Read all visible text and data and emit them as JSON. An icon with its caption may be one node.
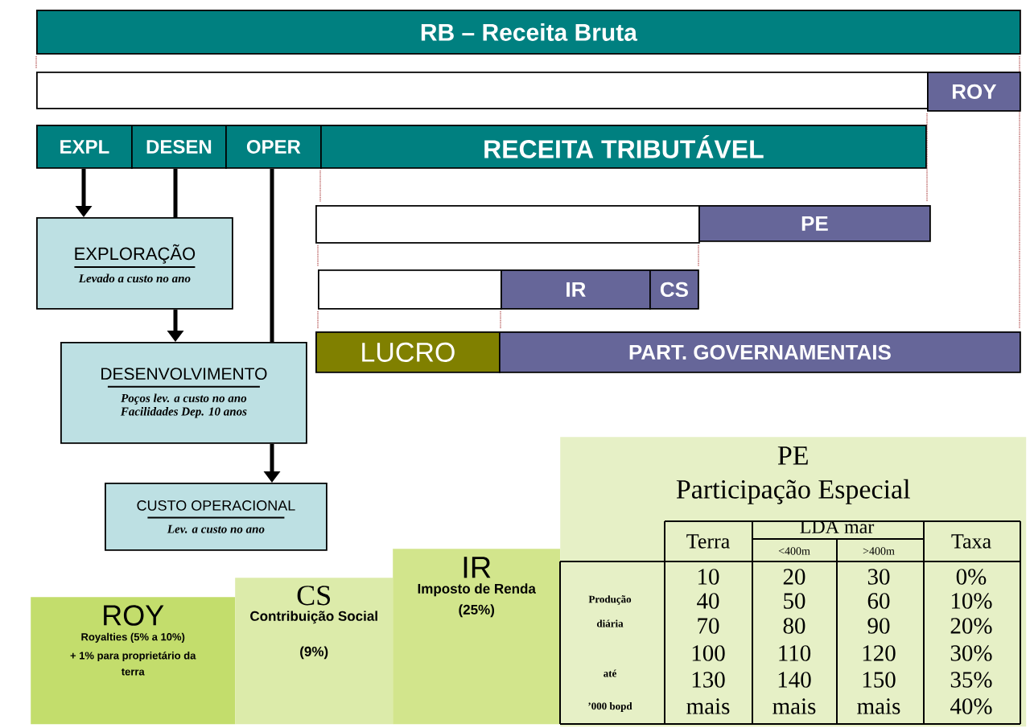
{
  "diagram": {
    "nodes": [
      {
        "text": [
          "RB – Receita Bruta"
        ]
      },
      {
        "text": [],
        "shape": "box"
      },
      {
        "text": [
          "ROY"
        ]
      },
      {
        "text": [
          "EXPL"
        ]
      },
      {
        "text": [
          "DESEN"
        ]
      },
      {
        "text": [
          "OPER"
        ]
      },
      {
        "text": [
          "RECEITA TRIBUTÁVEL"
        ]
      },
      {
        "text": [],
        "shape": "box"
      },
      {
        "text": [
          "PE"
        ]
      },
      {
        "text": [],
        "shape": "box"
      },
      {
        "text": [
          "IR"
        ]
      },
      {
        "text": [
          "CS"
        ]
      },
      {
        "text": [
          "LUCRO"
        ]
      },
      {
        "text": [
          "PART. GOVERNAMENTAIS"
        ]
      },
      {
        "text": [
          "EXPLORAÇÃO",
          "Levado a custo no ano"
        ]
      },
      {
        "text": [
          "DESENVOLVIMENTO",
          "Poços lev. a custo no ano",
          "Facilidades Dep. 10 anos"
        ]
      },
      {
        "text": [
          "CUSTO OPERACIONAL",
          "Lev. a custo no ano"
        ]
      },
      {
        "text": [
          "ROY",
          "Royalties (5% a 10%)",
          "+ 1% para proprietário da terra"
        ]
      },
      {
        "text": [
          "CS",
          "Contribuição Social (9%)"
        ]
      },
      {
        "text": [
          "IR",
          "Imposto de Renda (25%)"
        ]
      },
      {
        "text": [
          "PE",
          "Participação Especial"
        ]
      }
    ],
    "edges": [
      {
        "from": 3,
        "to": 14,
        "arrow": "to"
      },
      {
        "from": 4,
        "to": 14,
        "arrow": "none"
      },
      {
        "from": 14,
        "to": 15,
        "arrow": "to"
      },
      {
        "from": 5,
        "to": 15,
        "arrow": "none"
      },
      {
        "from": 15,
        "to": 16,
        "arrow": "to"
      }
    ],
    "labels": [
      "Terra",
      "LDA mar",
      "<400m",
      ">400m",
      "Taxa",
      "Produção",
      "diária",
      "até",
      "’000 bopd",
      "10",
      "20",
      "30",
      "0%",
      "40",
      "50",
      "60",
      "10%",
      "70",
      "80",
      "90",
      "20%",
      "100",
      "110",
      "120",
      "30%",
      "130",
      "140",
      "150",
      "35%",
      "mais",
      "mais",
      "mais",
      "40%"
    ]
  }
}
